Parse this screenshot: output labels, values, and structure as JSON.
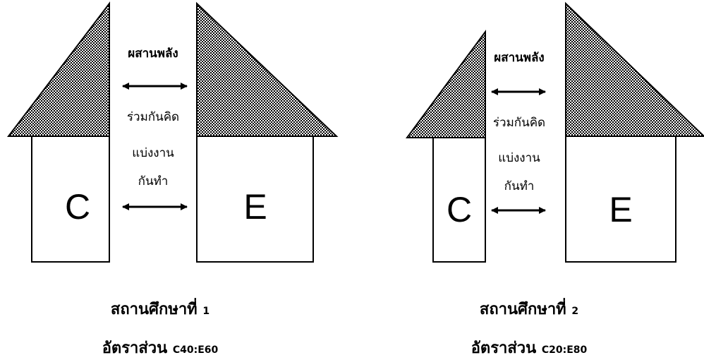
{
  "diagram1": {
    "left_label": "C",
    "right_label": "E",
    "synergy": "ผสานพลัง",
    "think": "ร่วมกันคิด",
    "share": "แบ่งงาน",
    "do": "กันทำ",
    "site": "สถานศึกษาที่",
    "site_no": "1",
    "ratio_label": "อัตราส่วน",
    "ratio": "C40:E60"
  },
  "diagram2": {
    "left_label": "C",
    "right_label": "E",
    "synergy": "ผสานพลัง",
    "think": "ร่วมกันคิด",
    "share": "แบ่งงาน",
    "do": "กันทำ",
    "site": "สถานศึกษาที่",
    "site_no": "2",
    "ratio_label": "อัตราส่วน",
    "ratio": "C20:E80"
  }
}
